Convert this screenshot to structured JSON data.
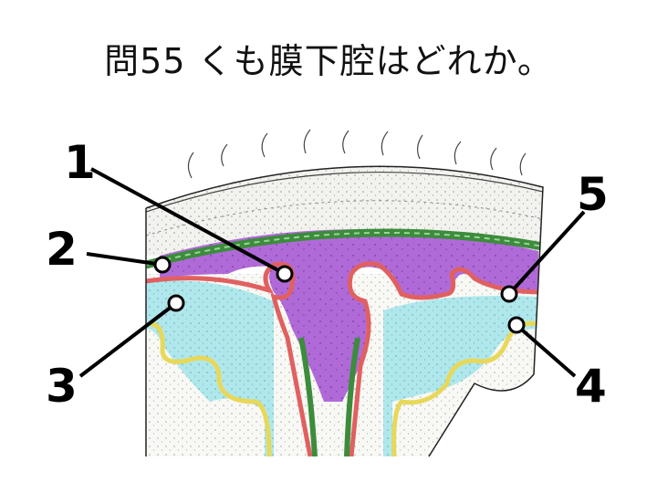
{
  "question": {
    "title": "問55 くも膜下腔はどれか。"
  },
  "labels": [
    "1",
    "2",
    "3",
    "4",
    "5"
  ],
  "colors": {
    "bone": "#f2f2ee",
    "dura": "#3c8c3c",
    "arachnoid_space": "#b06ad8",
    "pia": "#e06060",
    "csf": "#aee8ec",
    "cortex_line": "#e8d85a",
    "brain": "#f8f8f4"
  }
}
